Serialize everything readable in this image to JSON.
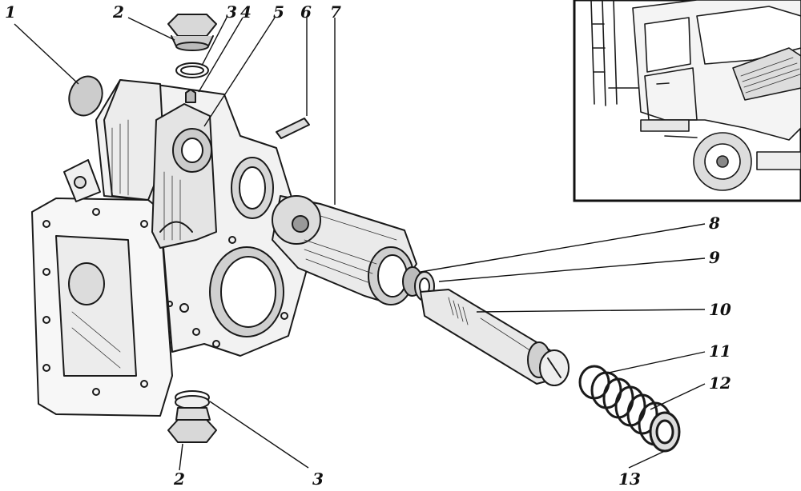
{
  "callouts": [
    {
      "id": "c1",
      "text": "1"
    },
    {
      "id": "c2a",
      "text": "2"
    },
    {
      "id": "c3a",
      "text": "3"
    },
    {
      "id": "c4",
      "text": "4"
    },
    {
      "id": "c5",
      "text": "5"
    },
    {
      "id": "c6",
      "text": "6"
    },
    {
      "id": "c7",
      "text": "7"
    },
    {
      "id": "c8",
      "text": "8"
    },
    {
      "id": "c9",
      "text": "9"
    },
    {
      "id": "c10",
      "text": "10"
    },
    {
      "id": "c11",
      "text": "11"
    },
    {
      "id": "c12",
      "text": "12"
    },
    {
      "id": "c13",
      "text": "13"
    },
    {
      "id": "c2b",
      "text": "2"
    },
    {
      "id": "c3b",
      "text": "3"
    }
  ],
  "inset": {
    "icon": "truck-cab-icon"
  },
  "colors": {
    "ink": "#1a1a1a",
    "paper": "#ffffff"
  }
}
